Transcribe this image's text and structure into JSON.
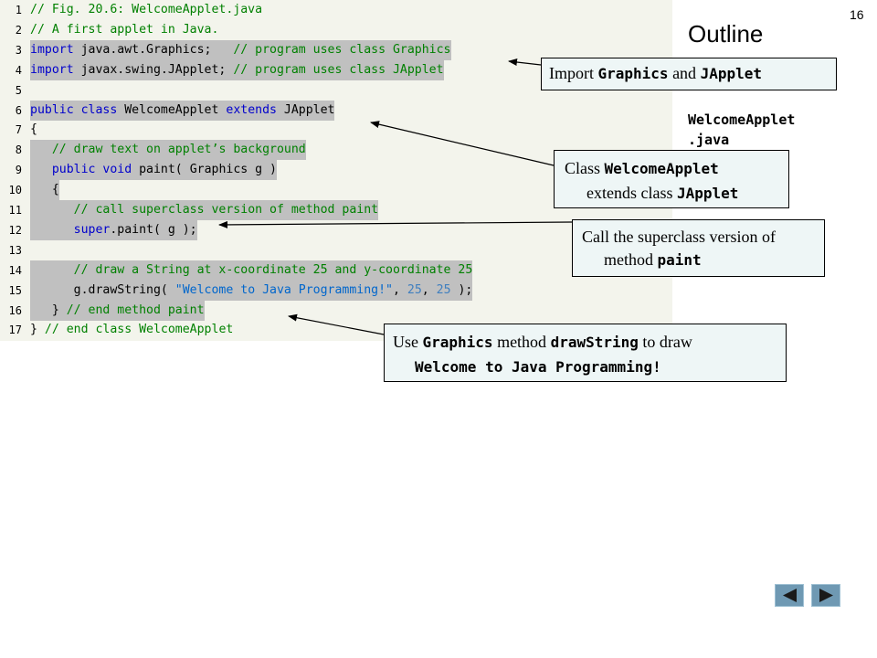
{
  "slide": {
    "page_number": "16",
    "outline_title": "Outline",
    "file_name_line1": "WelcomeApplet",
    "file_name_line2": ".java"
  },
  "code_lines": [
    {
      "num": "1",
      "parts": [
        {
          "t": "// Fig. 20.6: WelcomeApplet.java",
          "c": "c"
        }
      ]
    },
    {
      "num": "2",
      "parts": [
        {
          "t": "// A first applet in Java.",
          "c": "c"
        }
      ]
    },
    {
      "num": "3",
      "hl": true,
      "parts": [
        {
          "t": "import",
          "c": "k"
        },
        {
          "t": " java.awt.Graphics;   ",
          "c": "p"
        },
        {
          "t": "// program uses class Graphics",
          "c": "c"
        }
      ]
    },
    {
      "num": "4",
      "hl": true,
      "parts": [
        {
          "t": "import",
          "c": "k"
        },
        {
          "t": " javax.swing.JApplet; ",
          "c": "p"
        },
        {
          "t": "// program uses class JApplet",
          "c": "c"
        }
      ]
    },
    {
      "num": "5",
      "parts": []
    },
    {
      "num": "6",
      "hl": true,
      "parts": [
        {
          "t": "public class",
          "c": "k"
        },
        {
          "t": " WelcomeApplet ",
          "c": "p"
        },
        {
          "t": "extends",
          "c": "k"
        },
        {
          "t": " JApplet",
          "c": "p"
        }
      ]
    },
    {
      "num": "7",
      "parts": [
        {
          "t": "{",
          "c": "p"
        }
      ]
    },
    {
      "num": "8",
      "hl": true,
      "parts": [
        {
          "t": "   ",
          "c": "p"
        },
        {
          "t": "// draw text on applet’s background",
          "c": "c"
        }
      ]
    },
    {
      "num": "9",
      "hl": true,
      "parts": [
        {
          "t": "   ",
          "c": "p"
        },
        {
          "t": "public void",
          "c": "k"
        },
        {
          "t": " paint( Graphics g )",
          "c": "p"
        }
      ]
    },
    {
      "num": "10",
      "hl": true,
      "parts": [
        {
          "t": "   {",
          "c": "p"
        }
      ]
    },
    {
      "num": "11",
      "hl": true,
      "parts": [
        {
          "t": "      ",
          "c": "p"
        },
        {
          "t": "// call superclass version of method paint",
          "c": "c"
        }
      ]
    },
    {
      "num": "12",
      "hl": true,
      "parts": [
        {
          "t": "      ",
          "c": "p"
        },
        {
          "t": "super",
          "c": "k"
        },
        {
          "t": ".paint( g );",
          "c": "p"
        }
      ]
    },
    {
      "num": "13",
      "parts": []
    },
    {
      "num": "14",
      "hl": true,
      "parts": [
        {
          "t": "      ",
          "c": "p"
        },
        {
          "t": "// draw a String at x-coordinate 25 and y-coordinate 25",
          "c": "c"
        }
      ]
    },
    {
      "num": "15",
      "hl": true,
      "parts": [
        {
          "t": "      g.drawString( ",
          "c": "p"
        },
        {
          "t": "\"Welcome to Java Programming!\"",
          "c": "s"
        },
        {
          "t": ", ",
          "c": "p"
        },
        {
          "t": "25",
          "c": "n"
        },
        {
          "t": ", ",
          "c": "p"
        },
        {
          "t": "25",
          "c": "n"
        },
        {
          "t": " );",
          "c": "p"
        }
      ]
    },
    {
      "num": "16",
      "hl": true,
      "parts": [
        {
          "t": "   } ",
          "c": "p"
        },
        {
          "t": "// end method paint",
          "c": "c"
        }
      ]
    },
    {
      "num": "17",
      "parts": [
        {
          "t": "} ",
          "c": "p"
        },
        {
          "t": "// end class WelcomeApplet",
          "c": "c"
        }
      ]
    }
  ],
  "callouts": {
    "import": {
      "pre": "Import ",
      "m1": "Graphics",
      "mid": " and ",
      "m2": "JApplet"
    },
    "class": {
      "pre": "Class ",
      "m1": "WelcomeApplet",
      "mid": "extends class ",
      "m2": "JApplet"
    },
    "super": {
      "l1": "Call the superclass version of",
      "pre2": "method ",
      "m1": "paint"
    },
    "draw": {
      "pre": "Use ",
      "m1": "Graphics",
      "mid": " method ",
      "m2": "drawString",
      "post": " to draw",
      "m3": "Welcome to Java Programming!"
    }
  },
  "colors": {
    "keyword": "#0000cc",
    "comment": "#008000",
    "string": "#0066cc",
    "highlight": "#c0c0c0",
    "code_bg": "#f3f4ec",
    "callout_bg": "#eef6f6",
    "nav_button": "#6f99b3"
  },
  "nav": {
    "prev_icon": "left-triangle-icon",
    "next_icon": "right-triangle-icon"
  }
}
